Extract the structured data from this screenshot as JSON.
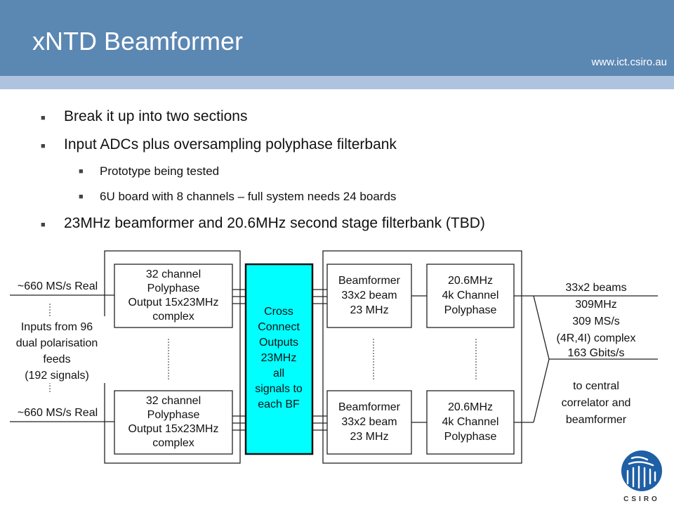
{
  "header": {
    "title": "xNTD Beamformer",
    "url": "www.ict.csiro.au"
  },
  "bullets": [
    {
      "level": 1,
      "text": "Break it up into two sections"
    },
    {
      "level": 1,
      "text": "Input ADCs plus oversampling polyphase filterbank"
    },
    {
      "level": 2,
      "text": "Prototype being tested"
    },
    {
      "level": 2,
      "text": "6U board with 8 channels – full system needs 24 boards"
    },
    {
      "level": 1,
      "text": "23MHz beamformer and 20.6MHz second stage filterbank (TBD)"
    }
  ],
  "diagram": {
    "input_rate_top": "~660 MS/s Real",
    "input_rate_bottom": "~660 MS/s Real",
    "inputs_note": [
      "Inputs from 96",
      "dual polarisation",
      "feeds",
      "(192 signals)"
    ],
    "pfb_block": [
      "32 channel",
      "Polyphase",
      "Output 15x23MHz",
      "complex"
    ],
    "cross_connect": [
      "Cross",
      "Connect",
      "Outputs",
      "23MHz",
      "all",
      "signals to",
      "each BF"
    ],
    "beamformer_block": [
      "Beamformer",
      "33x2 beam",
      "23 MHz"
    ],
    "channel_block": [
      "20.6MHz",
      "4k Channel",
      "Polyphase"
    ],
    "output_spec": [
      "33x2 beams",
      "309MHz",
      "309 MS/s",
      "(4R,4I) complex",
      "163 Gbits/s"
    ],
    "output_dest": [
      "to central",
      "correlator and",
      "beamformer"
    ],
    "cross_connect_color": "#00ffff",
    "header_color": "#5b87b3"
  },
  "logo": {
    "text": "CSIRO",
    "color": "#1f5fa6"
  }
}
